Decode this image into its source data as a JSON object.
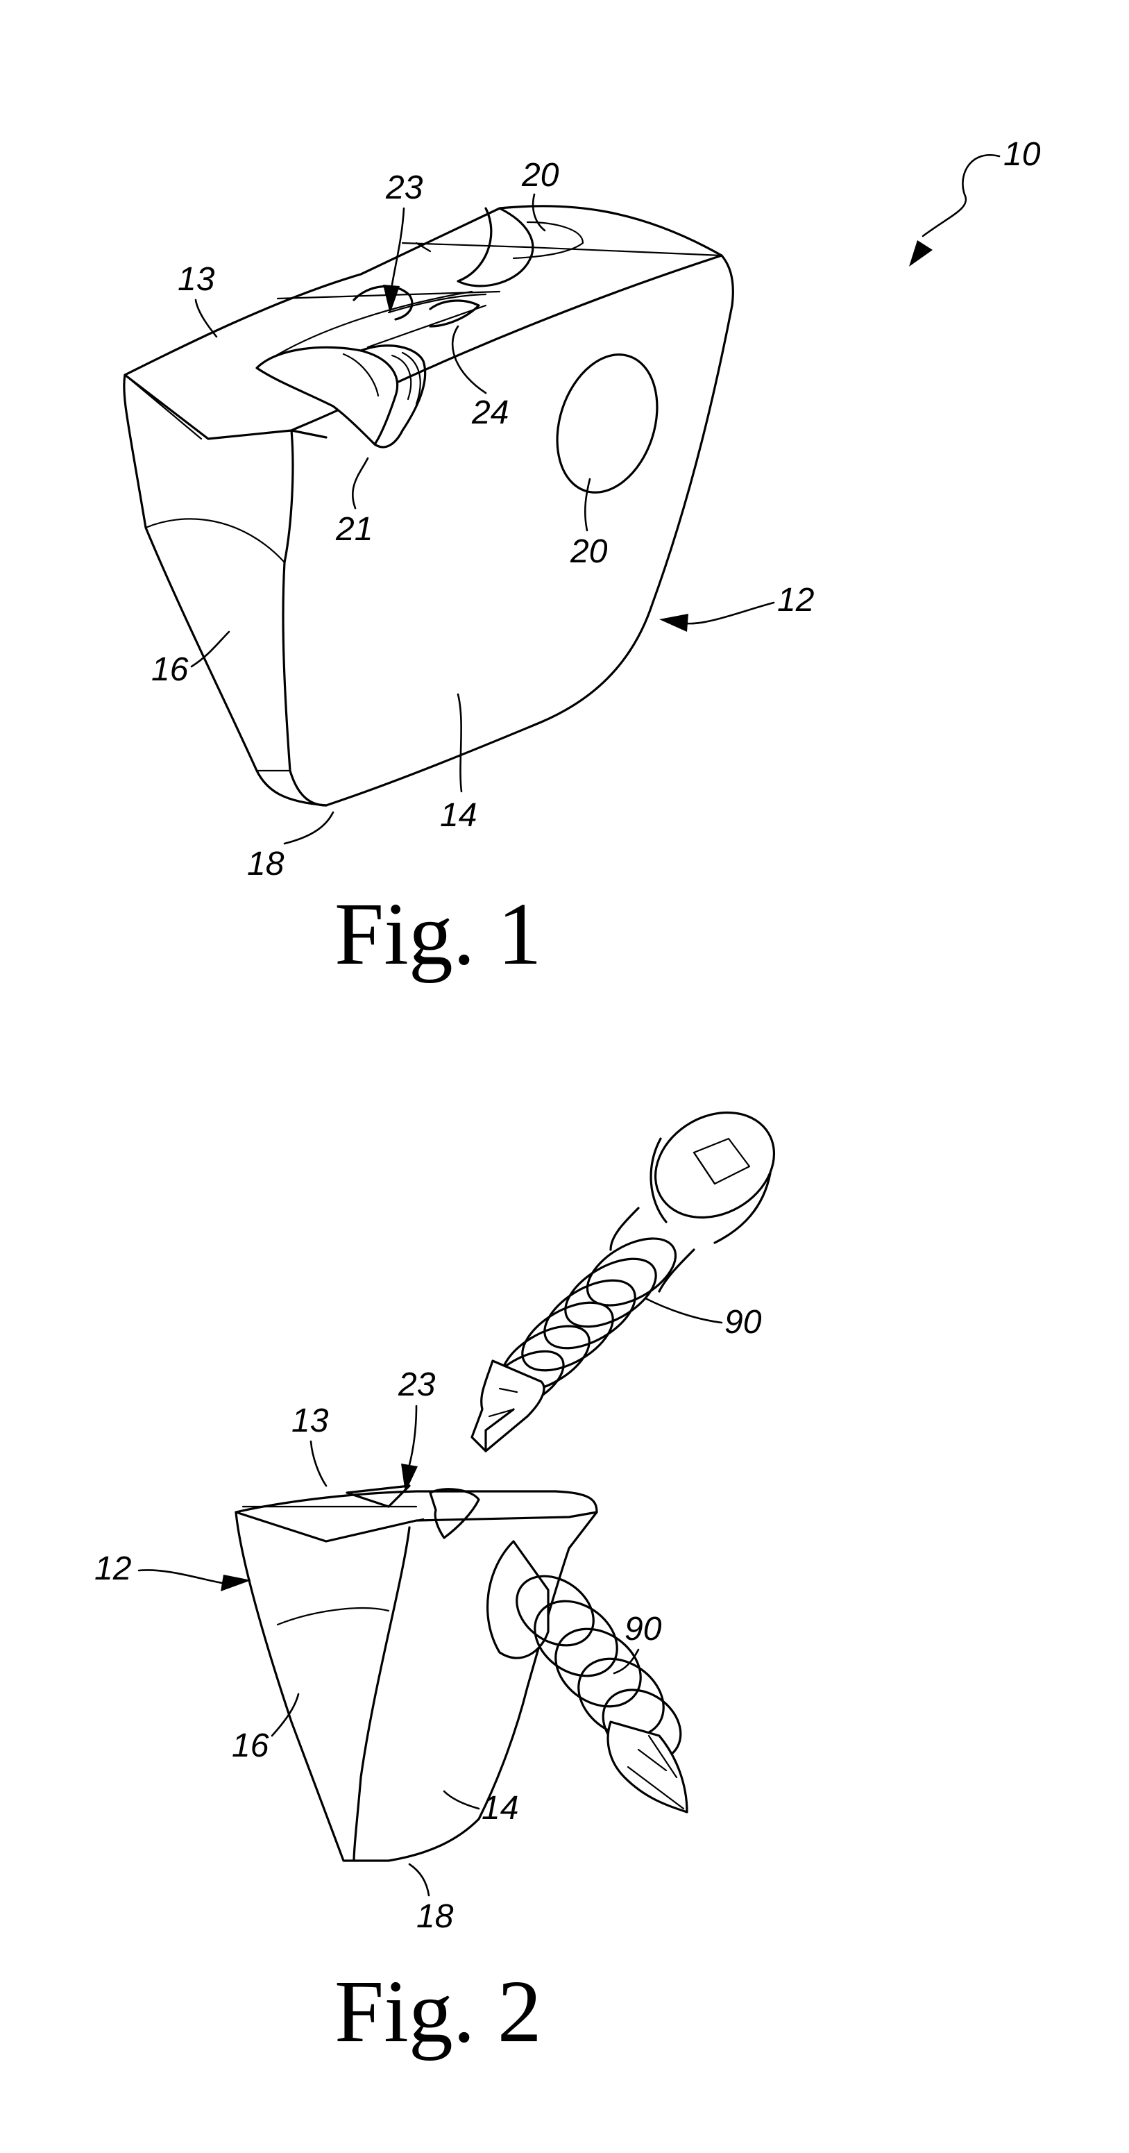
{
  "figures": [
    {
      "caption": "Fig. 1",
      "labels": {
        "ref_10": "10",
        "ref_12": "12",
        "ref_13": "13",
        "ref_14": "14",
        "ref_16": "16",
        "ref_18": "18",
        "ref_20_top": "20",
        "ref_20_hole": "20",
        "ref_21": "21",
        "ref_23": "23",
        "ref_24": "24"
      }
    },
    {
      "caption": "Fig. 2",
      "labels": {
        "ref_12": "12",
        "ref_13": "13",
        "ref_14": "14",
        "ref_16": "16",
        "ref_18": "18",
        "ref_23": "23",
        "ref_90_upper": "90",
        "ref_90_lower": "90"
      }
    }
  ]
}
